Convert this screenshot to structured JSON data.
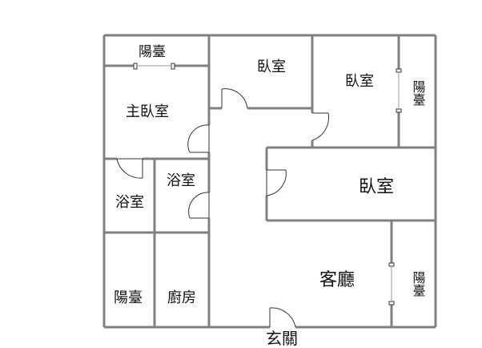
{
  "rooms": {
    "balcony_top": "陽臺",
    "master_bedroom": "主臥室",
    "bedroom_top_mid": "臥室",
    "bedroom_top_right": "臥室",
    "balcony_right_top": "陽臺",
    "bathroom_left": "浴室",
    "bathroom_mid": "浴室",
    "bedroom_center": "臥室",
    "living_room": "客廳",
    "balcony_right_bottom": "陽臺",
    "balcony_bottom_left": "陽臺",
    "kitchen": "廚房",
    "entrance": "玄關"
  },
  "colors": {
    "wall": "#808080",
    "line": "#333333",
    "text": "#111111"
  }
}
